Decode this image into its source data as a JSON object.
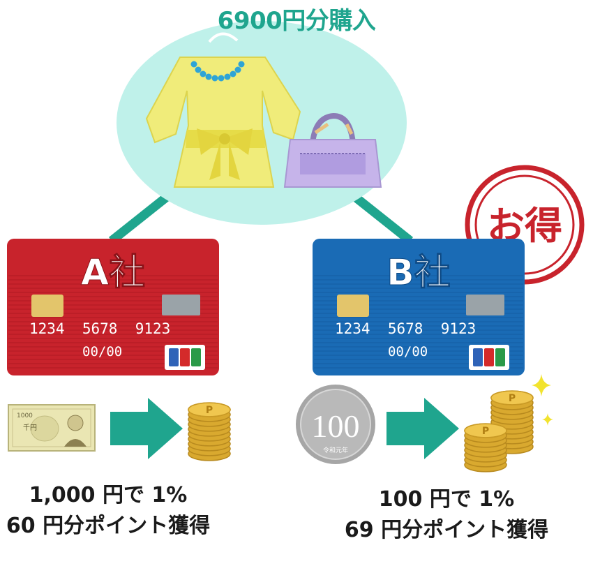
{
  "title": "6900円分購入",
  "badge": {
    "text": "お得"
  },
  "card_a": {
    "name": "A社",
    "number": "1234  5678  9123",
    "expiry": "00/00",
    "color": "#c8232c",
    "method_image": "1000-yen-banknote",
    "banknote_denomination": "1000",
    "banknote_text": "千円",
    "caption_line1": "1,000 円で 1%",
    "caption_line2": "60 円分ポイント獲得"
  },
  "card_b": {
    "name": "B社",
    "number": "1234  5678  9123",
    "expiry": "00/00",
    "color": "#1a6bb5",
    "method_image": "100-yen-coin",
    "coin_denomination": "100",
    "coin_text": "令和元年",
    "caption_line1": "100 円で 1%",
    "caption_line2": "69 円分ポイント獲得"
  },
  "coin_label": "P",
  "colors": {
    "accent_teal": "#1fa58e",
    "bubble": "#bff1ea",
    "coin_gold": "#e0b23a",
    "badge_red": "#c8232c"
  }
}
